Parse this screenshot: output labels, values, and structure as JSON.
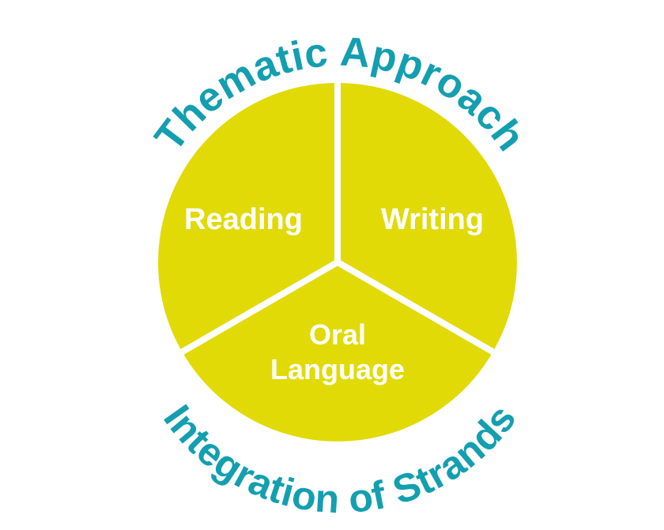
{
  "top_arc_text": "Thematic Approach",
  "bottom_arc_text": "Integration of Strands",
  "segments": {
    "reading": "Reading",
    "writing": "Writing",
    "oral_line1": "Oral",
    "oral_line2": "Language"
  },
  "colors": {
    "segment_fill": "#e1da06",
    "arc_text": "#139fb0",
    "segment_text": "#ffffff",
    "divider": "#ffffff"
  }
}
